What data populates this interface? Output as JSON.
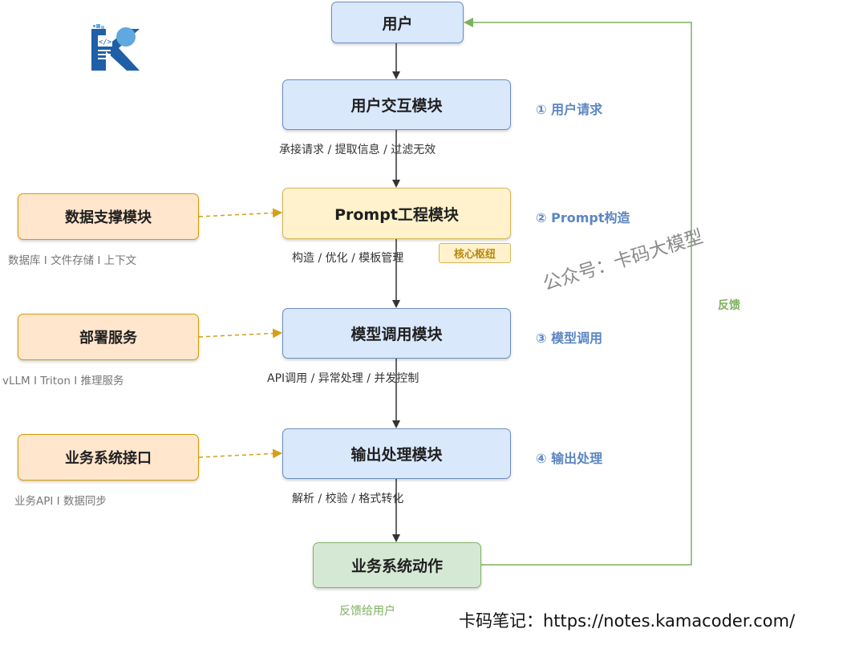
{
  "main": {
    "user": "用户",
    "interaction": "用户交互模块",
    "prompt": "Prompt工程模块",
    "model": "模型调用模块",
    "output": "输出处理模块",
    "action": "业务系统动作"
  },
  "notes": {
    "interaction": "承接请求 / 提取信息 / 过滤无效",
    "prompt": "构造 / 优化 / 模板管理",
    "model": "API调用 / 异常处理 / 并发控制",
    "output": "解析 / 校验 / 格式转化"
  },
  "steps": {
    "s1": "① 用户请求",
    "s2": "② Prompt构造",
    "s3": "③ 模型调用",
    "s4": "④ 输出处理"
  },
  "badge": "核心枢纽",
  "side": {
    "data": {
      "label": "数据支撑模块",
      "note": "数据库 I 文件存储 I 上下文"
    },
    "deploy": {
      "label": "部署服务",
      "note": "vLLM I Triton I 推理服务"
    },
    "api": {
      "label": "业务系统接口",
      "note": "业务API I 数据同步"
    }
  },
  "feedback": {
    "label": "反馈",
    "bottom": "反馈给用户"
  },
  "watermark": "公众号：卡码大模型",
  "footer": "卡码笔记：https://notes.kamacoder.com/",
  "colors": {
    "blue_fill": "#dae8fc",
    "blue_stroke": "#6c8ebf",
    "yellow_fill": "#fff2cc",
    "yellow_stroke": "#d6b656",
    "orange_fill": "#ffe6cc",
    "orange_stroke": "#d79b00",
    "green_fill": "#d5e8d4",
    "green_stroke": "#82b366",
    "step_text": "#5b86c3"
  },
  "icons": {
    "logo": "kamacoder-k-logo-icon"
  }
}
